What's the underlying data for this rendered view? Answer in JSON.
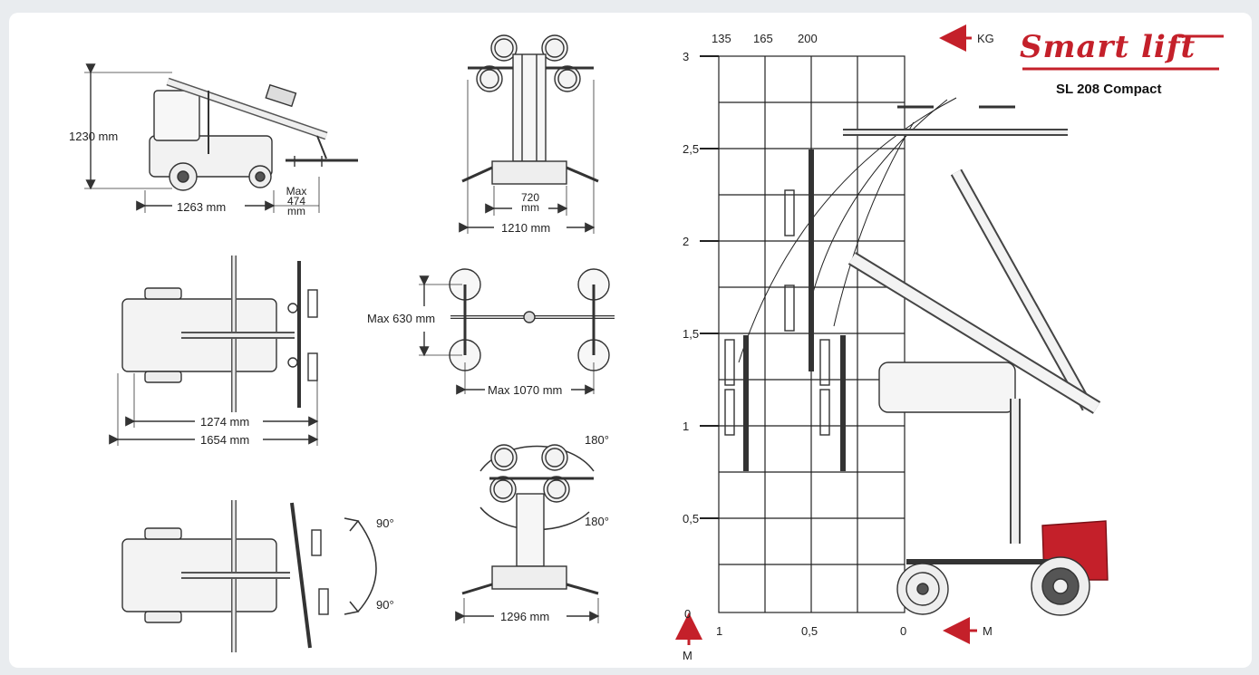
{
  "brand": {
    "logo_text": "Smart lift",
    "model": "SL 208 Compact"
  },
  "colors": {
    "accent_red": "#c4202a",
    "line": "#333333",
    "grid": "#222222"
  },
  "dimensions": {
    "height": "1230 mm",
    "length_side": "1263 mm",
    "overhang_label": "Max",
    "overhang_value": "474",
    "overhang_unit": "mm",
    "front_inner_value": "720",
    "front_inner_unit": "mm",
    "front_outer": "1210 mm",
    "top_length_inner": "1274 mm",
    "top_length_outer": "1654 mm",
    "cup_spacing_vertical": "Max 630 mm",
    "cup_spacing_horizontal": "Max 1070 mm",
    "rear_width": "1296 mm",
    "rotation_top": "180°",
    "rotation_bottom": "180°",
    "tilt_up": "90°",
    "tilt_down": "90°"
  },
  "load_chart": {
    "y_ticks": [
      "3",
      "2,5",
      "2",
      "1,5",
      "1",
      "0,5",
      "0"
    ],
    "x_ticks": [
      "1",
      "0,5",
      "0"
    ],
    "kg_ticks": [
      "135",
      "165",
      "200"
    ],
    "kg_label": "KG",
    "m_label_x": "M",
    "m_label_y": "M"
  }
}
